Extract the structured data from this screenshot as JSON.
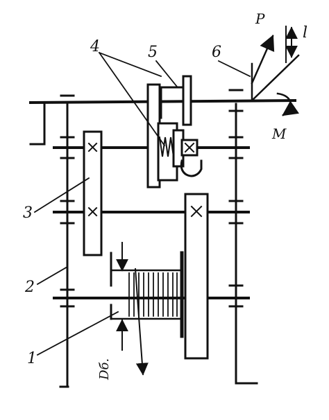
{
  "diagram": {
    "callouts": {
      "c1": "1",
      "c2": "2",
      "c3": "3",
      "c4": "4",
      "c5": "5",
      "c6": "6"
    },
    "symbols": {
      "force": "P",
      "arm": "l",
      "moment": "M",
      "drum_diameter": "Dб."
    },
    "colors": {
      "ink": "#111111",
      "paper": "#ffffff"
    }
  }
}
